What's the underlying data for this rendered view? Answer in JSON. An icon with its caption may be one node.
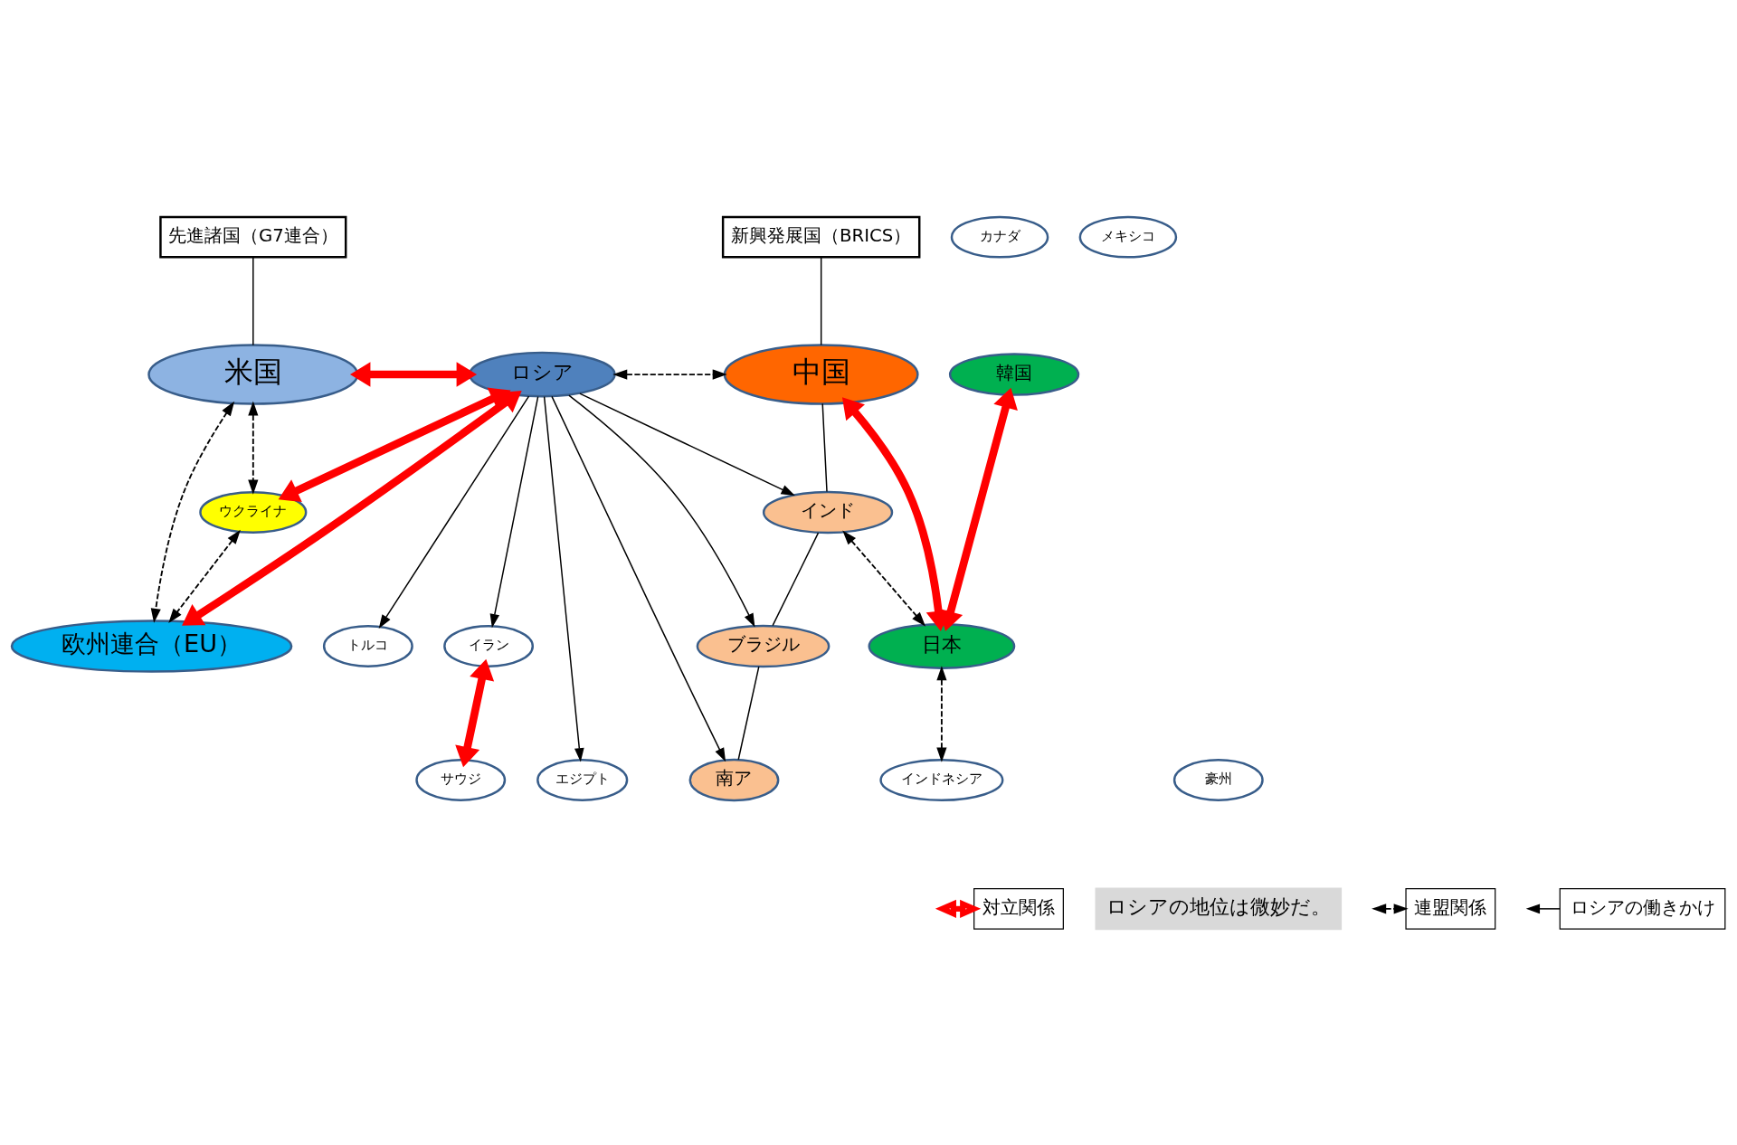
{
  "diagram": {
    "nodes": [
      {
        "text": [
          "先進諸国（G7連合）"
        ]
      },
      {
        "text": [
          "新興発展国（BRICS）"
        ]
      },
      {
        "text": [
          "カナダ"
        ]
      },
      {
        "text": [
          "米国"
        ]
      },
      {
        "text": [
          "ロシア"
        ]
      },
      {
        "text": [
          "中国"
        ]
      },
      {
        "text": [
          "韓国"
        ]
      },
      {
        "text": [
          "メキシコ"
        ]
      },
      {
        "text": [
          "欧州連合（EU）"
        ]
      },
      {
        "text": [
          "ウクライナ"
        ]
      },
      {
        "text": [
          "インド"
        ]
      },
      {
        "text": [
          "日本"
        ]
      },
      {
        "text": [
          "トルコ"
        ]
      },
      {
        "text": [
          "イラン"
        ]
      },
      {
        "text": [
          "ブラジル"
        ]
      },
      {
        "text": [
          "エジプト"
        ]
      },
      {
        "text": [
          "サウジ"
        ]
      },
      {
        "text": [
          "豪州"
        ]
      },
      {
        "text": [
          "南ア"
        ]
      },
      {
        "text": [
          "インドネシア"
        ]
      },
      {
        "text": [
          "ロシアの地位は微妙だ。"
        ]
      }
    ],
    "edges": [
      {
        "from": 0,
        "to": 3,
        "arrow": "none"
      },
      {
        "from": 1,
        "to": 5,
        "arrow": "none"
      },
      {
        "from": 3,
        "to": 4,
        "arrow": "both",
        "style": "thick",
        "color": "#ff0000"
      },
      {
        "from": 4,
        "to": 5,
        "arrow": "both",
        "style": "dashed"
      },
      {
        "from": 3,
        "to": 8,
        "arrow": "both",
        "style": "dashed"
      },
      {
        "from": 4,
        "to": 8,
        "arrow": "both",
        "style": "thick",
        "color": "#ff0000"
      },
      {
        "from": 4,
        "to": 9,
        "arrow": "both",
        "style": "thick",
        "color": "#ff0000"
      },
      {
        "from": 3,
        "to": 9,
        "arrow": "both",
        "style": "dashed"
      },
      {
        "from": 9,
        "to": 8,
        "arrow": "both",
        "style": "dashed"
      },
      {
        "from": 4,
        "to": 15,
        "arrow": "to"
      },
      {
        "from": 4,
        "to": 12,
        "arrow": "to"
      },
      {
        "from": 4,
        "to": 13,
        "arrow": "to"
      },
      {
        "from": 4,
        "to": 10,
        "arrow": "to"
      },
      {
        "from": 4,
        "to": 14,
        "arrow": "to"
      },
      {
        "from": 4,
        "to": 18,
        "arrow": "to"
      },
      {
        "from": 5,
        "to": 10,
        "arrow": "none"
      },
      {
        "from": 10,
        "to": 14,
        "arrow": "none"
      },
      {
        "from": 14,
        "to": 18,
        "arrow": "none"
      },
      {
        "from": 5,
        "to": 11,
        "arrow": "both",
        "style": "thick",
        "color": "#ff0000"
      },
      {
        "from": 6,
        "to": 11,
        "arrow": "both",
        "style": "thick",
        "color": "#ff0000"
      },
      {
        "from": 10,
        "to": 11,
        "arrow": "both",
        "style": "dashed"
      },
      {
        "from": 11,
        "to": 19,
        "arrow": "both",
        "style": "dashed"
      },
      {
        "from": 16,
        "to": 13,
        "arrow": "both",
        "style": "thick",
        "color": "#ff0000"
      }
    ],
    "legend": [
      {
        "text": "対立関係"
      },
      {
        "text": "連盟関係"
      },
      {
        "text": "ロシアの働きかけ"
      }
    ]
  }
}
